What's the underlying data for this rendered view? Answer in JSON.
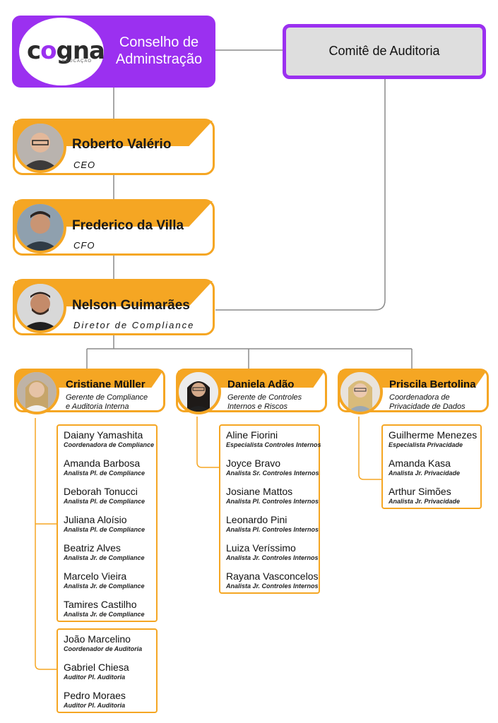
{
  "board": {
    "logo_prefix": "c",
    "logo_o": "o",
    "logo_suffix": "gna",
    "logo_sub": "EDUCAÇÃO",
    "title_line1": "Conselho de",
    "title_line2": "Adminstração"
  },
  "audit_committee": {
    "label": "Comitê de Auditoria"
  },
  "executives": [
    {
      "name": "Roberto Valério",
      "role": "CEO"
    },
    {
      "name": "Frederico da Villa",
      "role": "CFO"
    },
    {
      "name": "Nelson Guimarães",
      "role": "Diretor de Compliance"
    }
  ],
  "managers": [
    {
      "name": "Cristiane Müller",
      "role_line1": "Gerente de Compliance",
      "role_line2": "e Auditoria Interna"
    },
    {
      "name": "Daniela Adão",
      "role_line1": "Gerente de Controles",
      "role_line2": "Internos e Riscos"
    },
    {
      "name": "Priscila Bertolina",
      "role_line1": "Coordenadora de",
      "role_line2": "Privacidade de Dados"
    }
  ],
  "compliance_team": [
    {
      "name": "Daiany Yamashita",
      "role": "Coordenadora de Compliance"
    },
    {
      "name": "Amanda Barbosa",
      "role": "Analista Pl. de Compliance"
    },
    {
      "name": "Deborah Tonucci",
      "role": "Analista Pl. de Compliance"
    },
    {
      "name": "Juliana Aloísio",
      "role": "Analista Pl. de Compliance"
    },
    {
      "name": "Beatriz Alves",
      "role": "Analista Jr. de Compliance"
    },
    {
      "name": "Marcelo Vieira",
      "role": "Analista Jr. de Compliance"
    },
    {
      "name": "Tamires Castilho",
      "role": "Analista Jr. de Compliance"
    }
  ],
  "audit_team": [
    {
      "name": "João Marcelino",
      "role": "Coordenador de Auditoria"
    },
    {
      "name": "Gabriel Chiesa",
      "role": "Auditor Pl. Auditoria"
    },
    {
      "name": "Pedro Moraes",
      "role": "Auditor Pl. Auditoria"
    }
  ],
  "controls_team": [
    {
      "name": "Aline Fiorini",
      "role": "Especialista Controles Internos"
    },
    {
      "name": "Joyce Bravo",
      "role": "Analista Sr. Controles Internos"
    },
    {
      "name": "Josiane Mattos",
      "role": "Analista Pl. Controles Internos"
    },
    {
      "name": "Leonardo Pini",
      "role": "Analista Pl. Controles Internos"
    },
    {
      "name": "Luiza Veríssimo",
      "role": "Analista Jr. Controles Internos"
    },
    {
      "name": "Rayana Vasconcelos",
      "role": "Analista Jr. Controles Internos"
    }
  ],
  "privacy_team": [
    {
      "name": "Guilherme Menezes",
      "role": "Especialista Privacidade"
    },
    {
      "name": "Amanda Kasa",
      "role": "Analista Jr. Privacidade"
    },
    {
      "name": "Arthur Simões",
      "role": "Analista Jr. Privacidade"
    }
  ],
  "colors": {
    "purple": "#9b30f0",
    "orange": "#f5a623",
    "grey": "#dedede"
  }
}
